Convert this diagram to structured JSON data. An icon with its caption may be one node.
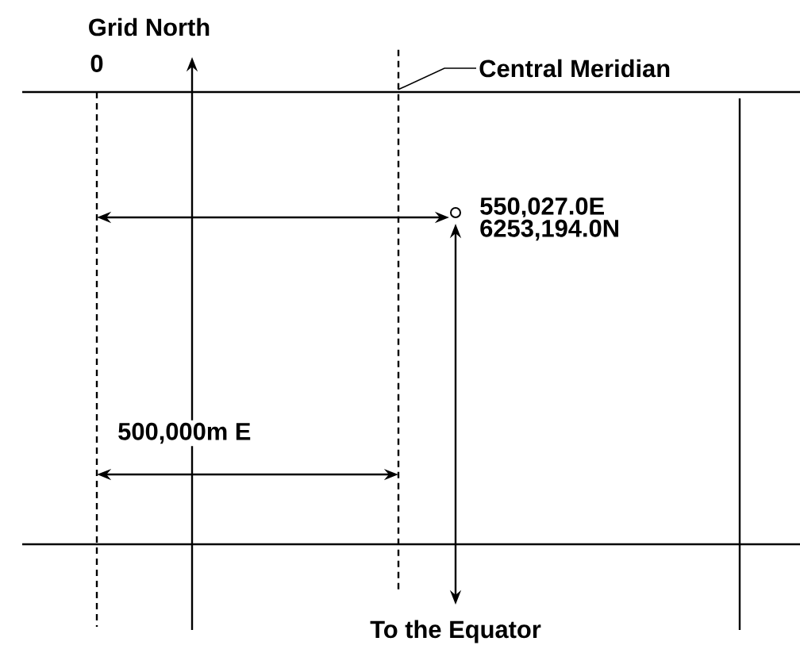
{
  "diagram": {
    "nodes": [
      {
        "text": [
          "Central Meridian"
        ]
      },
      {
        "text": [],
        "shape": "line"
      }
    ],
    "edges": [
      {
        "from": 0,
        "to": 1,
        "arrow": "none"
      }
    ],
    "labels": [
      "Grid North",
      "0",
      "550,027.0E",
      "6253,194.0N",
      "500,000m E",
      "To the Equator"
    ]
  }
}
